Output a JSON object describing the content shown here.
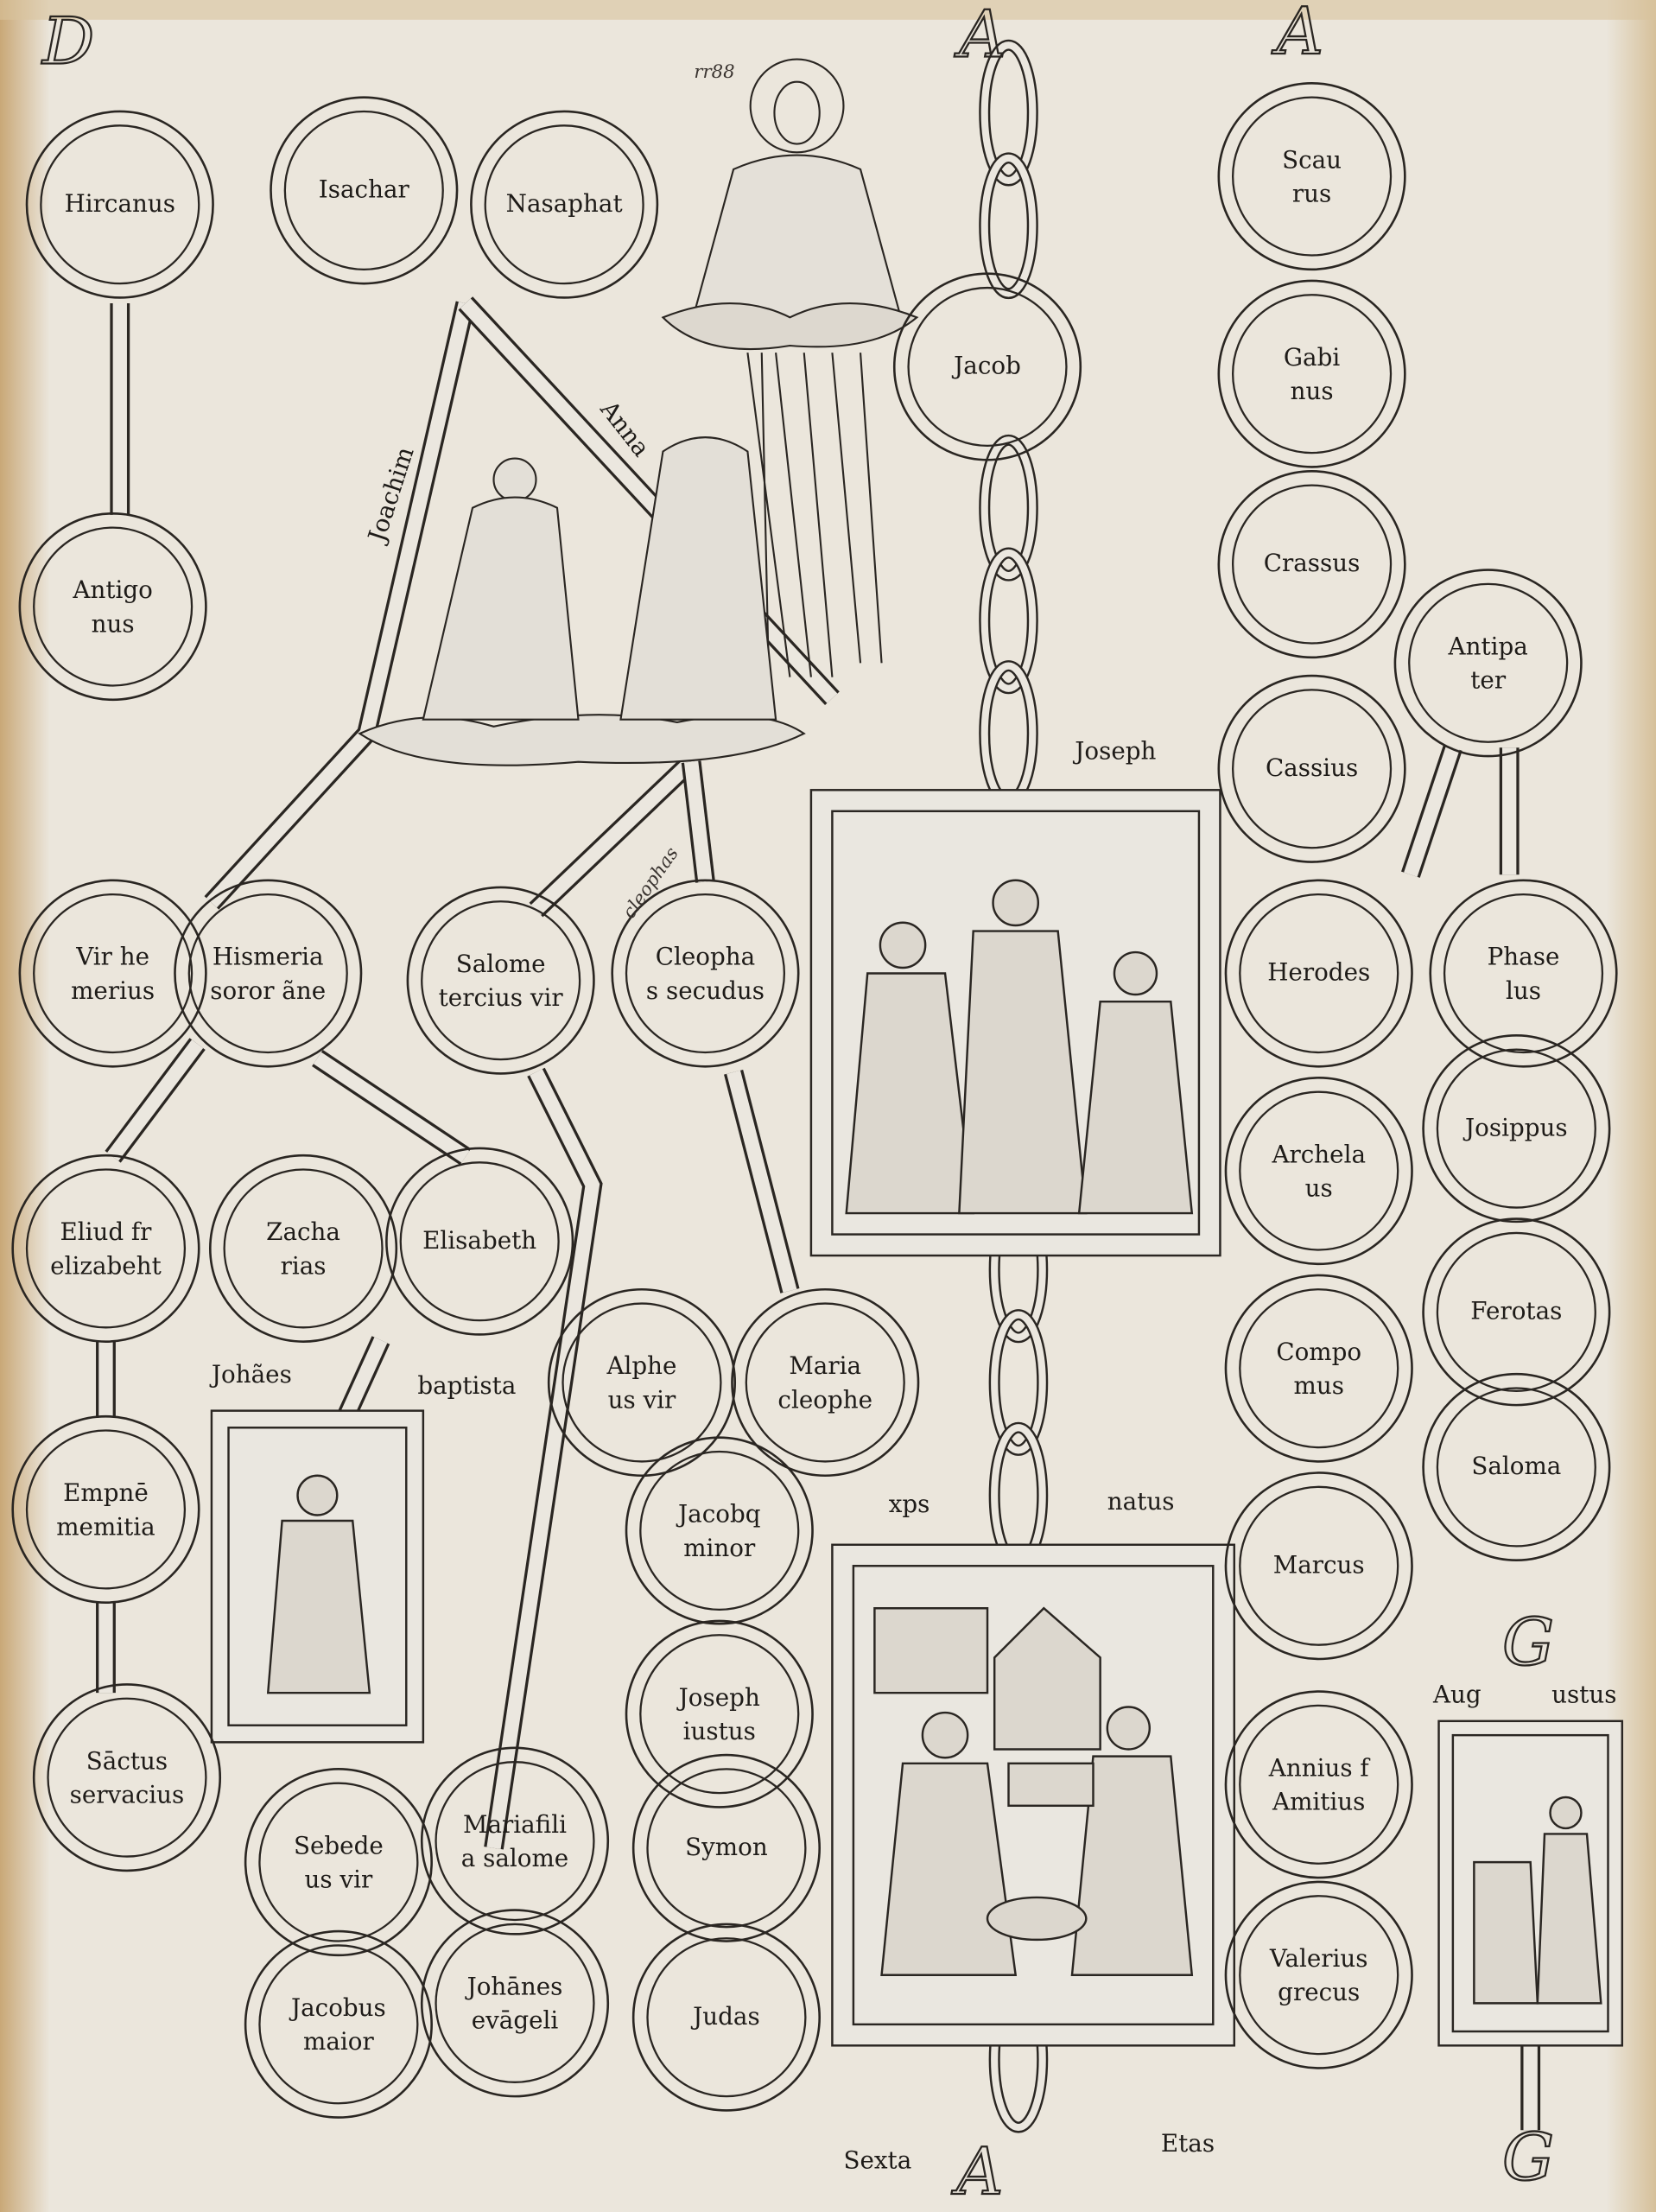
{
  "page": {
    "folio_note": "rr88",
    "initials": {
      "top_left": "D",
      "top_center": "A",
      "top_right": "A",
      "bottom_center": "A",
      "right_upper": "G",
      "right_lower": "G"
    }
  },
  "labels": {
    "joachim": "Joachim",
    "anna": "Anna",
    "joseph": "Joseph",
    "johannes": "Johães",
    "baptista": "baptista",
    "xps": "xps",
    "natus": "natus",
    "augustus_a": "Aug",
    "augustus_b": "ustus",
    "sexta": "Sexta",
    "etas": "Etas",
    "cleophas_note": "cleophas"
  },
  "nodes": [
    {
      "lines": [
        "Hircanus"
      ]
    },
    {
      "lines": [
        "Antigo",
        "nus"
      ]
    },
    {
      "lines": [
        "Isachar"
      ]
    },
    {
      "lines": [
        "Nasaphat"
      ]
    },
    {
      "lines": [
        "Jacob"
      ]
    },
    {
      "lines": [
        "Scau",
        "rus"
      ]
    },
    {
      "lines": [
        "Gabi",
        "nus"
      ]
    },
    {
      "lines": [
        "Crassus"
      ]
    },
    {
      "lines": [
        "Cassius"
      ]
    },
    {
      "lines": [
        "Antipa",
        "ter"
      ]
    },
    {
      "lines": [
        "Vir he",
        "merius"
      ]
    },
    {
      "lines": [
        "Hismeria",
        "soror ãne"
      ]
    },
    {
      "lines": [
        "Salome",
        "tercius vir"
      ]
    },
    {
      "lines": [
        "Cleopha",
        "s secudus"
      ]
    },
    {
      "lines": [
        "Herodes"
      ]
    },
    {
      "lines": [
        "Phase",
        "lus"
      ]
    },
    {
      "lines": [
        "Archela",
        "us"
      ]
    },
    {
      "lines": [
        "Josippus"
      ]
    },
    {
      "lines": [
        "Eliud fr",
        "elizabeht"
      ]
    },
    {
      "lines": [
        "Zacha",
        "rias"
      ]
    },
    {
      "lines": [
        "Elisabeth"
      ]
    },
    {
      "lines": [
        "Ferotas"
      ]
    },
    {
      "lines": [
        "Alphe",
        "us vir"
      ]
    },
    {
      "lines": [
        "Maria",
        "cleophe"
      ]
    },
    {
      "lines": [
        "Compo",
        "mus"
      ]
    },
    {
      "lines": [
        "Saloma"
      ]
    },
    {
      "lines": [
        "Empnē",
        "memitia"
      ]
    },
    {
      "lines": [
        "Jacobq",
        "minor"
      ]
    },
    {
      "lines": [
        "Marcus"
      ]
    },
    {
      "lines": [
        "Joseph",
        "iustus"
      ]
    },
    {
      "lines": [
        "Sāctus",
        "servacius"
      ]
    },
    {
      "lines": [
        "Sebede",
        "us vir"
      ]
    },
    {
      "lines": [
        "Mariafili",
        "a salome"
      ]
    },
    {
      "lines": [
        "Annius f",
        "Amitius"
      ]
    },
    {
      "lines": [
        "Symon"
      ]
    },
    {
      "lines": [
        "Jacobus",
        "maior"
      ]
    },
    {
      "lines": [
        "Johānes",
        "evāgeli"
      ]
    },
    {
      "lines": [
        "Judas"
      ]
    },
    {
      "lines": [
        "Valerius",
        "grecus"
      ]
    }
  ],
  "colors": {
    "paper": "#eceae5",
    "ink": "#1e1b18",
    "stain": "#c9a877"
  }
}
